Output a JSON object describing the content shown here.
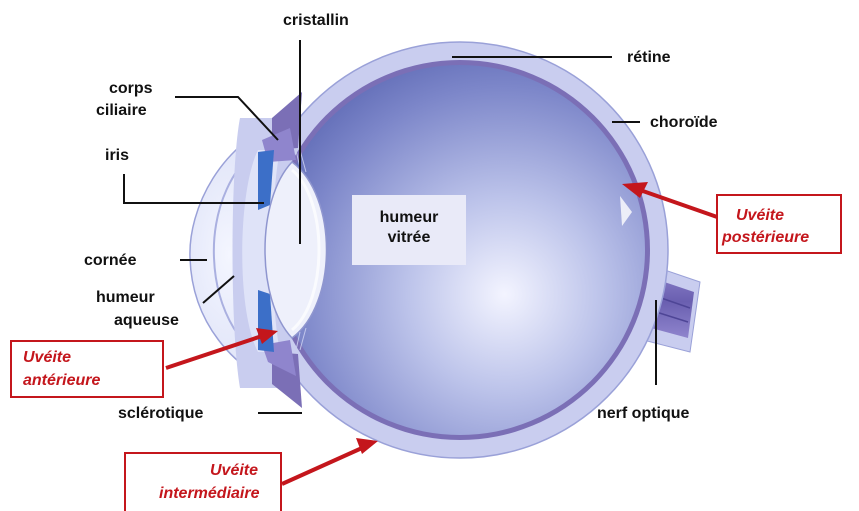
{
  "labels": {
    "cristallin": "cristallin",
    "retine": "rétine",
    "corps_ciliaire": [
      "corps",
      "ciliaire"
    ],
    "choroide": "choroïde",
    "iris": "iris",
    "cornee": "cornée",
    "humeur_aqueuse": [
      "humeur",
      "aqueuse"
    ],
    "sclerotique": "sclérotique",
    "nerf_optique": "nerf optique",
    "humeur_vitree": [
      "humeur",
      "vitrée"
    ]
  },
  "callouts": {
    "posterieure": [
      "Uvéite",
      "postérieure"
    ],
    "anterieure": [
      "Uvéite",
      "antérieure"
    ],
    "intermediaire": [
      "Uvéite",
      "intermédiaire"
    ]
  },
  "colors": {
    "sclera": "#c9cdef",
    "choroid": "#7b6fb6",
    "vitreous": "#5d69b6",
    "iris": "#3c6fc8",
    "callout": "#c4161c"
  }
}
